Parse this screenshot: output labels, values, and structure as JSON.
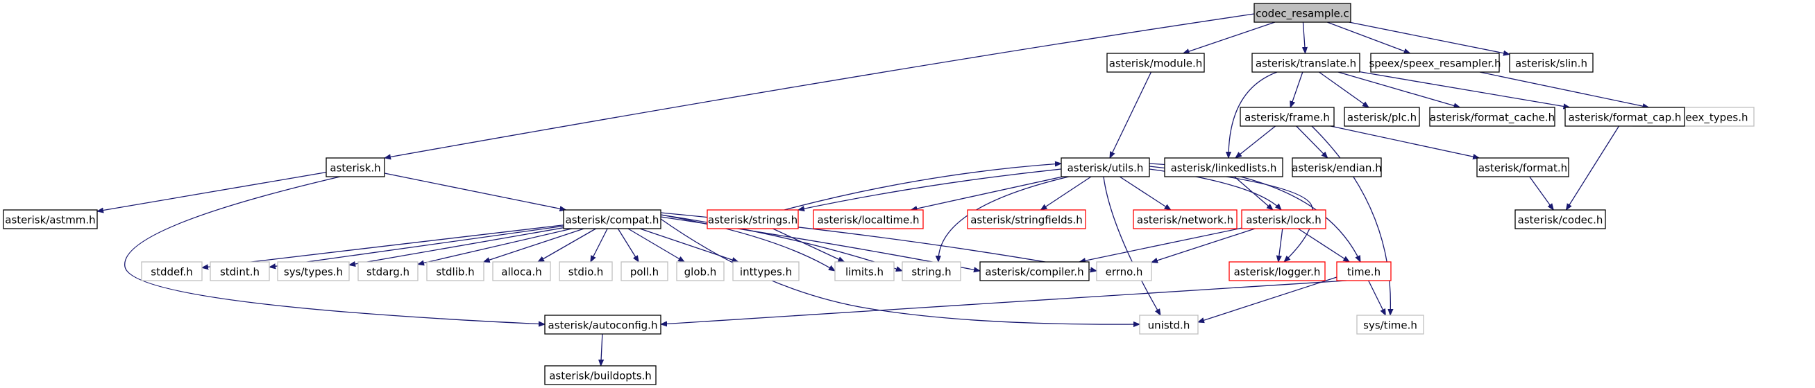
{
  "diagram": {
    "type": "include-dependency-graph",
    "colors": {
      "edge": "#191970",
      "root_fill": "#bfbfbf",
      "normal_border": "#000000",
      "missing_border": "#bfbfbf",
      "truncated_border": "#ff0000",
      "text": "#000000"
    },
    "nodes": [
      {
        "id": "codec_resample",
        "label": "codec_resample.c",
        "kind": "root"
      },
      {
        "id": "module",
        "label": "asterisk/module.h",
        "kind": "normal"
      },
      {
        "id": "translate",
        "label": "asterisk/translate.h",
        "kind": "normal"
      },
      {
        "id": "speex_resampler",
        "label": "speex/speex_resampler.h",
        "kind": "normal"
      },
      {
        "id": "slin",
        "label": "asterisk/slin.h",
        "kind": "normal"
      },
      {
        "id": "speex_types",
        "label": "speex/speex_types.h",
        "kind": "missing"
      },
      {
        "id": "frame",
        "label": "asterisk/frame.h",
        "kind": "normal"
      },
      {
        "id": "plc",
        "label": "asterisk/plc.h",
        "kind": "normal"
      },
      {
        "id": "format_cache",
        "label": "asterisk/format_cache.h",
        "kind": "normal"
      },
      {
        "id": "format_cap",
        "label": "asterisk/format_cap.h",
        "kind": "normal"
      },
      {
        "id": "asterisk_h",
        "label": "asterisk.h",
        "kind": "normal"
      },
      {
        "id": "utils",
        "label": "asterisk/utils.h",
        "kind": "normal"
      },
      {
        "id": "linkedlists",
        "label": "asterisk/linkedlists.h",
        "kind": "normal"
      },
      {
        "id": "endian",
        "label": "asterisk/endian.h",
        "kind": "normal"
      },
      {
        "id": "format",
        "label": "asterisk/format.h",
        "kind": "normal"
      },
      {
        "id": "astmm",
        "label": "asterisk/astmm.h",
        "kind": "normal"
      },
      {
        "id": "compat",
        "label": "asterisk/compat.h",
        "kind": "normal"
      },
      {
        "id": "strings",
        "label": "asterisk/strings.h",
        "kind": "truncated"
      },
      {
        "id": "localtime",
        "label": "asterisk/localtime.h",
        "kind": "truncated"
      },
      {
        "id": "stringfields",
        "label": "asterisk/stringfields.h",
        "kind": "truncated"
      },
      {
        "id": "network",
        "label": "asterisk/network.h",
        "kind": "truncated"
      },
      {
        "id": "lock",
        "label": "asterisk/lock.h",
        "kind": "truncated"
      },
      {
        "id": "codec",
        "label": "asterisk/codec.h",
        "kind": "normal"
      },
      {
        "id": "stddef",
        "label": "stddef.h",
        "kind": "missing"
      },
      {
        "id": "stdint",
        "label": "stdint.h",
        "kind": "missing"
      },
      {
        "id": "systypes",
        "label": "sys/types.h",
        "kind": "missing"
      },
      {
        "id": "stdarg",
        "label": "stdarg.h",
        "kind": "missing"
      },
      {
        "id": "stdlib",
        "label": "stdlib.h",
        "kind": "missing"
      },
      {
        "id": "alloca",
        "label": "alloca.h",
        "kind": "missing"
      },
      {
        "id": "stdio",
        "label": "stdio.h",
        "kind": "missing"
      },
      {
        "id": "poll",
        "label": "poll.h",
        "kind": "missing"
      },
      {
        "id": "glob",
        "label": "glob.h",
        "kind": "missing"
      },
      {
        "id": "inttypes",
        "label": "inttypes.h",
        "kind": "missing"
      },
      {
        "id": "limits",
        "label": "limits.h",
        "kind": "missing"
      },
      {
        "id": "string",
        "label": "string.h",
        "kind": "missing"
      },
      {
        "id": "compiler",
        "label": "asterisk/compiler.h",
        "kind": "normal"
      },
      {
        "id": "errno",
        "label": "errno.h",
        "kind": "missing"
      },
      {
        "id": "logger",
        "label": "asterisk/logger.h",
        "kind": "truncated"
      },
      {
        "id": "time",
        "label": "time.h",
        "kind": "truncated"
      },
      {
        "id": "autoconfig",
        "label": "asterisk/autoconfig.h",
        "kind": "normal"
      },
      {
        "id": "unistd",
        "label": "unistd.h",
        "kind": "missing"
      },
      {
        "id": "systime",
        "label": "sys/time.h",
        "kind": "missing"
      },
      {
        "id": "buildopts",
        "label": "asterisk/buildopts.h",
        "kind": "normal"
      }
    ],
    "edges": [
      [
        "codec_resample",
        "asterisk_h"
      ],
      [
        "codec_resample",
        "module"
      ],
      [
        "codec_resample",
        "translate"
      ],
      [
        "codec_resample",
        "speex_resampler"
      ],
      [
        "codec_resample",
        "slin"
      ],
      [
        "module",
        "utils"
      ],
      [
        "translate",
        "linkedlists"
      ],
      [
        "translate",
        "frame"
      ],
      [
        "translate",
        "plc"
      ],
      [
        "translate",
        "format_cache"
      ],
      [
        "translate",
        "format_cap"
      ],
      [
        "speex_resampler",
        "speex_types"
      ],
      [
        "frame",
        "linkedlists"
      ],
      [
        "frame",
        "endian"
      ],
      [
        "frame",
        "format"
      ],
      [
        "frame",
        "systime"
      ],
      [
        "format_cap",
        "codec"
      ],
      [
        "format",
        "codec"
      ],
      [
        "asterisk_h",
        "astmm"
      ],
      [
        "asterisk_h",
        "compat"
      ],
      [
        "asterisk_h",
        "autoconfig"
      ],
      [
        "utils",
        "strings"
      ],
      [
        "utils",
        "localtime"
      ],
      [
        "utils",
        "stringfields"
      ],
      [
        "utils",
        "network"
      ],
      [
        "utils",
        "lock"
      ],
      [
        "utils",
        "logger"
      ],
      [
        "utils",
        "time"
      ],
      [
        "utils",
        "string"
      ],
      [
        "utils",
        "unistd"
      ],
      [
        "strings",
        "utils"
      ],
      [
        "strings",
        "limits"
      ],
      [
        "linkedlists",
        "lock"
      ],
      [
        "lock",
        "compiler"
      ],
      [
        "lock",
        "errno"
      ],
      [
        "lock",
        "logger"
      ],
      [
        "lock",
        "time"
      ],
      [
        "compat",
        "stddef"
      ],
      [
        "compat",
        "stdint"
      ],
      [
        "compat",
        "systypes"
      ],
      [
        "compat",
        "stdarg"
      ],
      [
        "compat",
        "stdlib"
      ],
      [
        "compat",
        "alloca"
      ],
      [
        "compat",
        "stdio"
      ],
      [
        "compat",
        "poll"
      ],
      [
        "compat",
        "glob"
      ],
      [
        "compat",
        "inttypes"
      ],
      [
        "compat",
        "limits"
      ],
      [
        "compat",
        "string"
      ],
      [
        "compat",
        "compiler"
      ],
      [
        "compat",
        "errno"
      ],
      [
        "compat",
        "unistd"
      ],
      [
        "time",
        "autoconfig"
      ],
      [
        "time",
        "unistd"
      ],
      [
        "time",
        "systime"
      ],
      [
        "autoconfig",
        "buildopts"
      ]
    ]
  }
}
